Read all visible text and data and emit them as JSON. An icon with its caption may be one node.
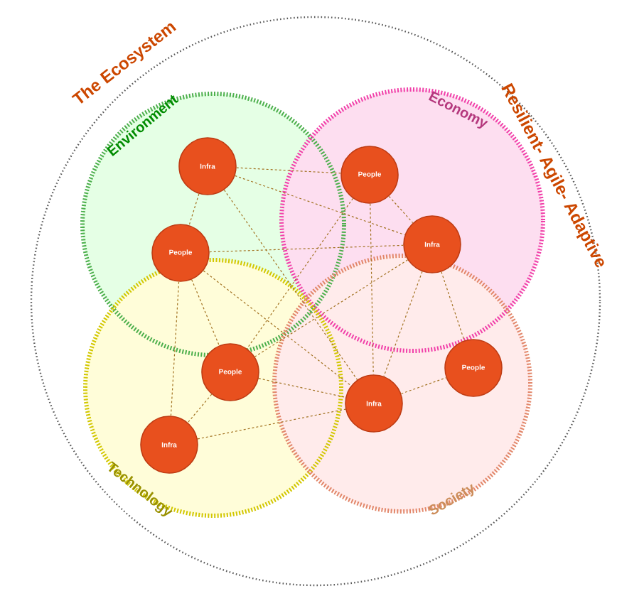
{
  "diagram": {
    "nodes": [
      {
        "text": [
          "The Ecosystem",
          "Resilient- Agile- Adaptive"
        ]
      },
      {
        "text": [
          "Environment"
        ],
        "in": 0
      },
      {
        "text": [
          "Economy"
        ],
        "in": 0
      },
      {
        "text": [
          "Technology"
        ],
        "in": 0
      },
      {
        "text": [
          "Society"
        ],
        "in": 0
      },
      {
        "text": [
          "Infra"
        ],
        "in": 1
      },
      {
        "text": [
          "People"
        ],
        "in": 1
      },
      {
        "text": [
          "People"
        ],
        "in": 2
      },
      {
        "text": [
          "Infra"
        ],
        "in": 2
      },
      {
        "text": [
          "People"
        ],
        "in": 3
      },
      {
        "text": [
          "Infra"
        ],
        "in": 3
      },
      {
        "text": [
          "Infra"
        ],
        "in": 4
      },
      {
        "text": [
          "People"
        ],
        "in": 4
      }
    ],
    "edges": [
      {
        "from": 5,
        "to": 6,
        "arrow": "none"
      },
      {
        "from": 5,
        "to": 7,
        "arrow": "none"
      },
      {
        "from": 5,
        "to": 8,
        "arrow": "none"
      },
      {
        "from": 5,
        "to": 11,
        "arrow": "none"
      },
      {
        "from": 6,
        "to": 8,
        "arrow": "none"
      },
      {
        "from": 6,
        "to": 9,
        "arrow": "none"
      },
      {
        "from": 6,
        "to": 10,
        "arrow": "none"
      },
      {
        "from": 6,
        "to": 11,
        "arrow": "none"
      },
      {
        "from": 7,
        "to": 8,
        "arrow": "none"
      },
      {
        "from": 7,
        "to": 9,
        "arrow": "none"
      },
      {
        "from": 7,
        "to": 11,
        "arrow": "none"
      },
      {
        "from": 8,
        "to": 9,
        "arrow": "none"
      },
      {
        "from": 8,
        "to": 11,
        "arrow": "none"
      },
      {
        "from": 8,
        "to": 12,
        "arrow": "none"
      },
      {
        "from": 9,
        "to": 10,
        "arrow": "none"
      },
      {
        "from": 9,
        "to": 11,
        "arrow": "none"
      },
      {
        "from": 10,
        "to": 11,
        "arrow": "none"
      },
      {
        "from": 11,
        "to": 12,
        "arrow": "none"
      }
    ]
  }
}
